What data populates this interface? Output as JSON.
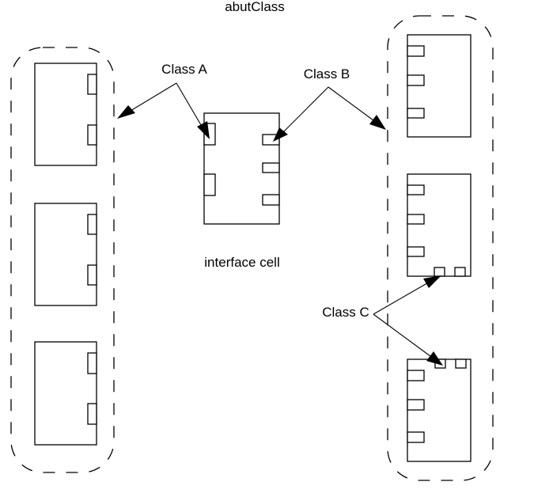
{
  "diagram": {
    "title": "abutClass",
    "labels": {
      "class_a": "Class A",
      "class_b": "Class B",
      "class_c": "Class C",
      "interface_cell": "interface cell"
    },
    "groups": [
      {
        "id": "left-group",
        "cells": 3,
        "port_side": "right",
        "ports_per_cell": 2
      },
      {
        "id": "right-group",
        "cells": 3,
        "port_side": "left",
        "ports_per_cell": 3
      }
    ],
    "interface_cell": {
      "left_ports": 2,
      "right_ports": 3
    },
    "annotations": [
      {
        "label": "Class A",
        "targets": [
          "left-group",
          "interface-cell-left-port"
        ]
      },
      {
        "label": "Class B",
        "targets": [
          "interface-cell-right-port",
          "right-group"
        ]
      },
      {
        "label": "Class C",
        "targets": [
          "right-cell-2-bottom-port",
          "right-cell-3-top-port"
        ]
      }
    ]
  }
}
